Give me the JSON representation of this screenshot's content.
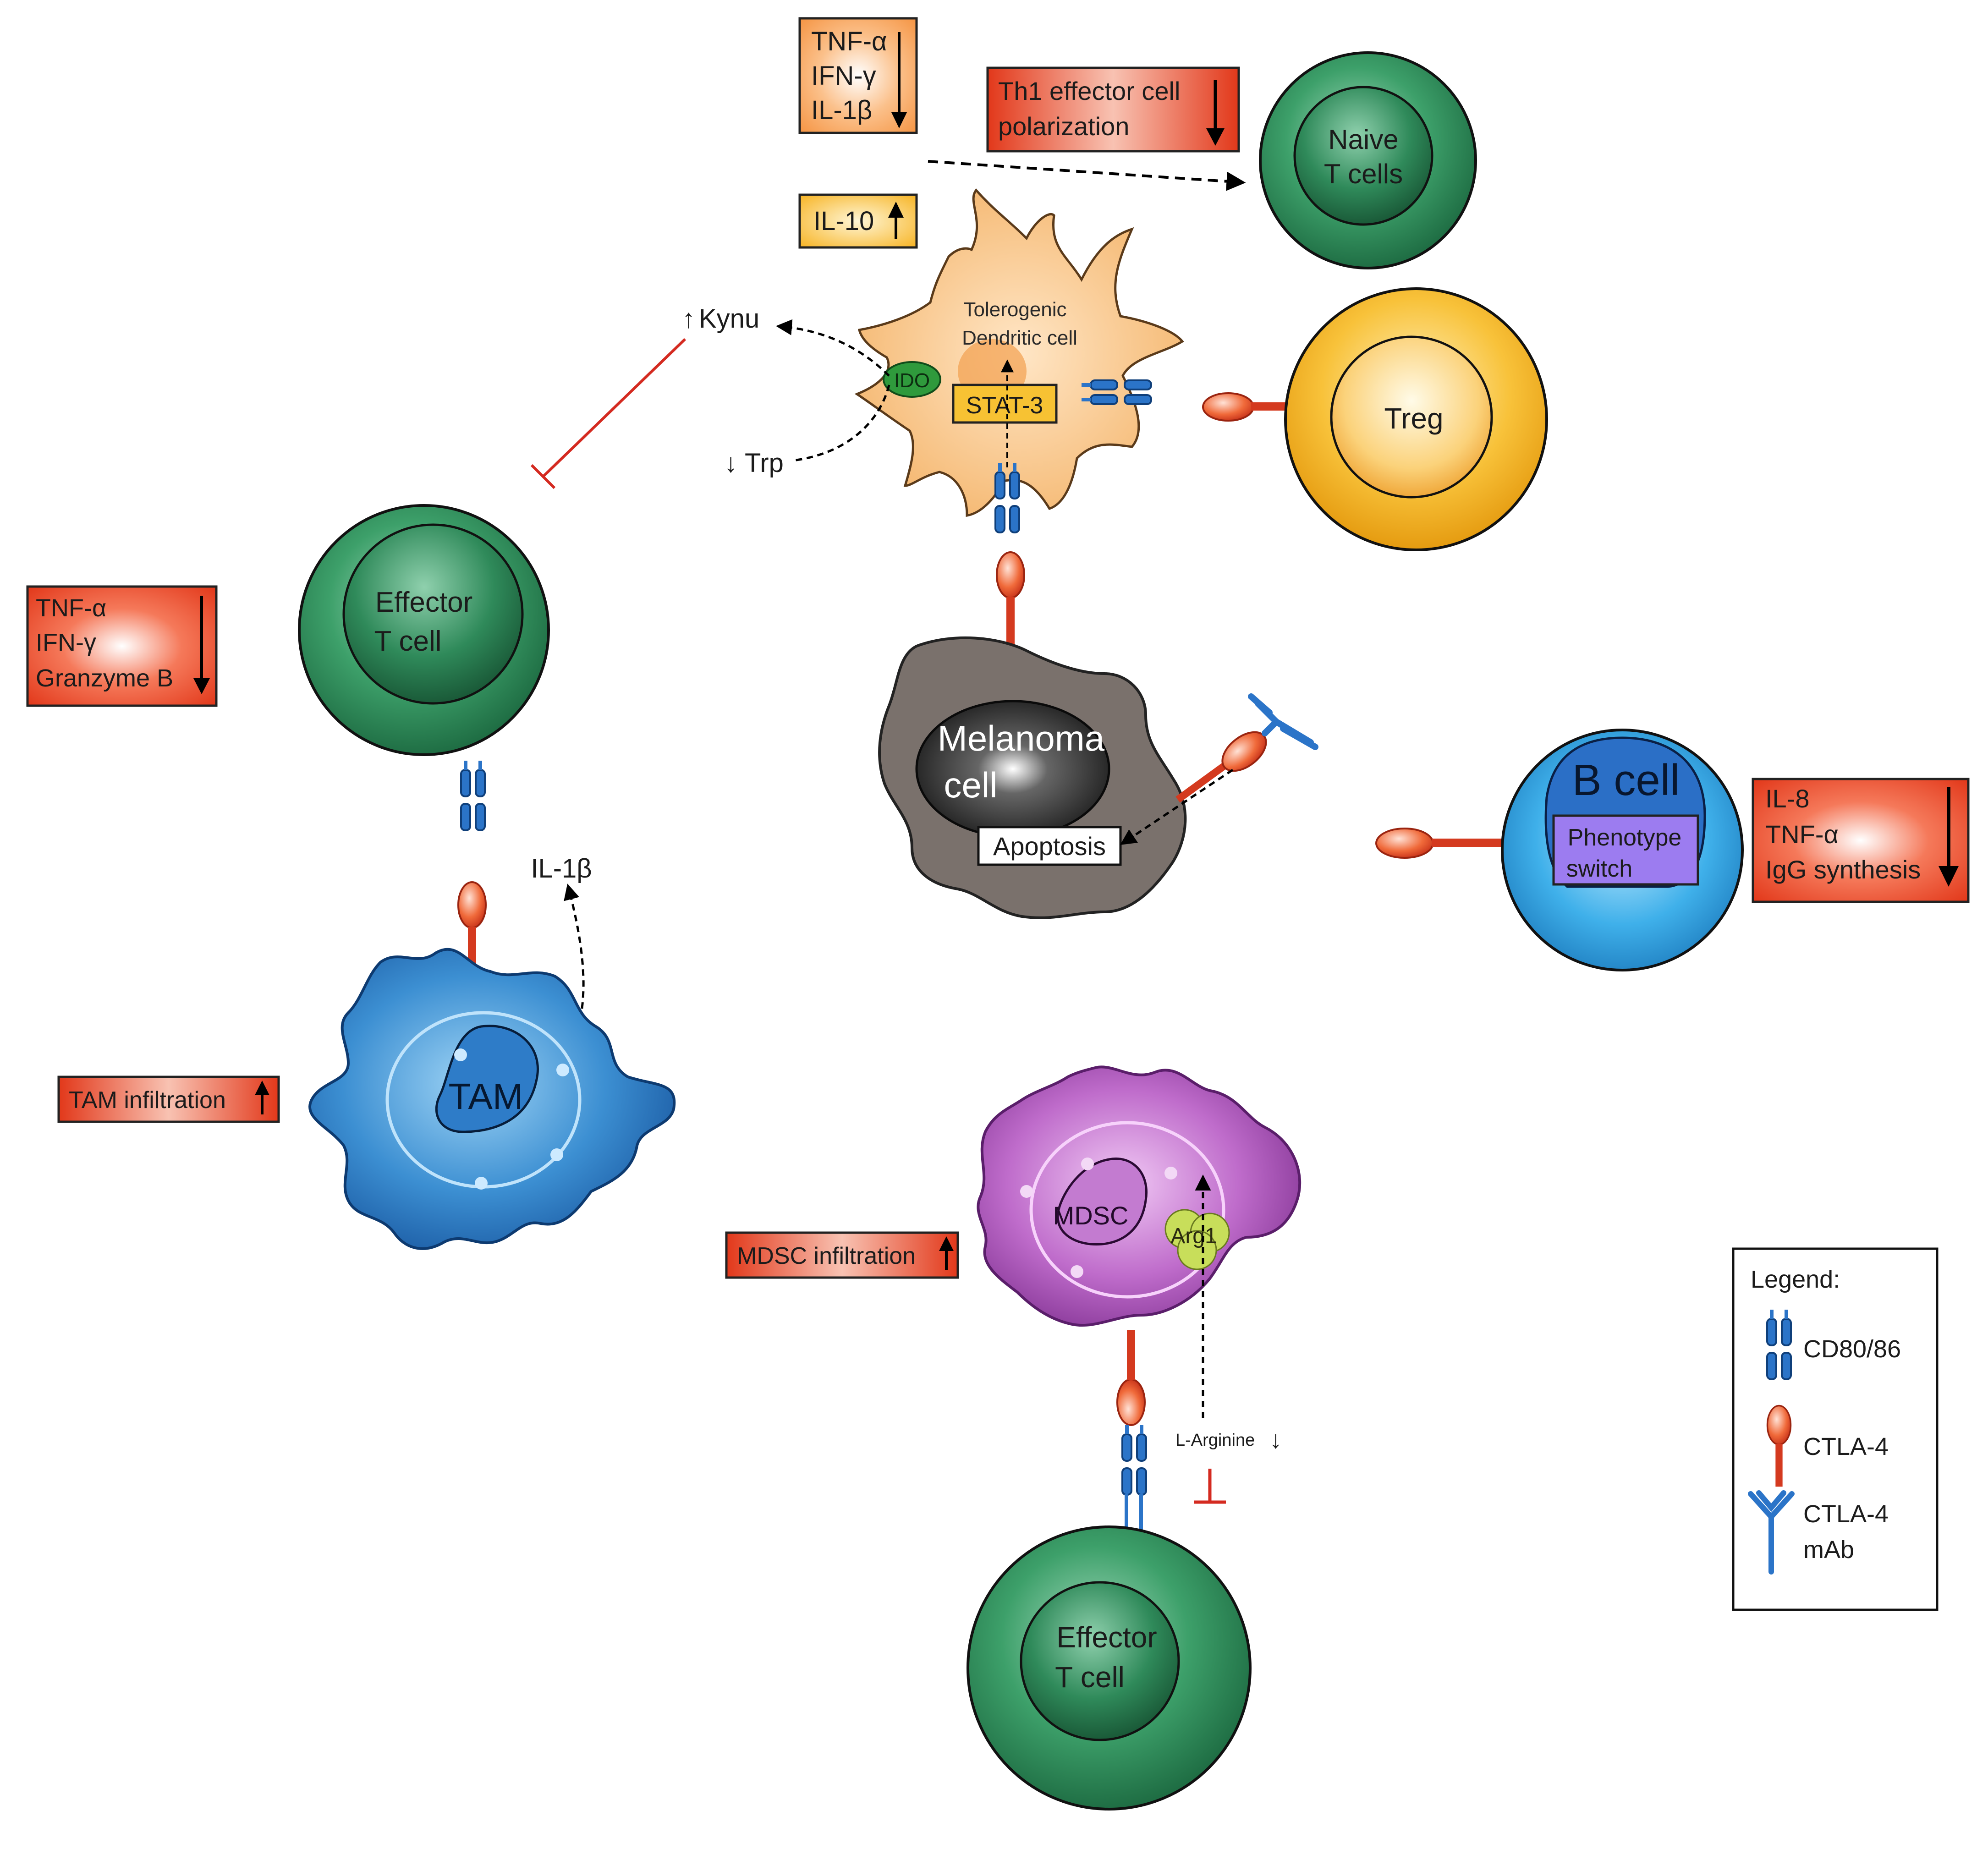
{
  "naive_cell": {
    "line1": "Naive",
    "line2": "T cells"
  },
  "treg_cell": {
    "label": "Treg"
  },
  "dendritic_cell": {
    "line1": "Tolerogenic",
    "line2": "Dendritic cell",
    "ido": "IDO",
    "stat3": "STAT-3"
  },
  "kynu": {
    "arrow": "↑",
    "label": "Kynu"
  },
  "trp": {
    "arrow": "↓",
    "label": "Trp"
  },
  "box_cytokines_top": {
    "lines": [
      "TNF-α",
      "IFN-γ",
      "IL-1β"
    ]
  },
  "box_th1": {
    "lines": [
      "Th1 effector cell",
      "polarization"
    ]
  },
  "box_il10": {
    "label": "IL-10"
  },
  "effector_top": {
    "line1": "Effector",
    "line2": "T cell"
  },
  "box_effector_left": {
    "lines": [
      "TNF-α",
      "IFN-γ",
      "Granzyme B"
    ]
  },
  "melanoma_cell": {
    "line1": "Melanoma",
    "line2": "cell",
    "apoptosis": "Apoptosis"
  },
  "b_cell": {
    "label": "B cell",
    "switch_line1": "Phenotype",
    "switch_line2": "switch"
  },
  "box_bcell": {
    "lines": [
      "IL-8",
      "TNF-α",
      "IgG synthesis"
    ]
  },
  "il1b_label": "IL-1β",
  "tam": {
    "label": "TAM"
  },
  "box_tam": {
    "label": "TAM infiltration"
  },
  "mdsc": {
    "label": "MDSC",
    "arg1": "Arg1"
  },
  "box_mdsc": {
    "label": "MDSC infiltration"
  },
  "larginine": {
    "label": "L-Arginine",
    "arrow": "↓"
  },
  "effector_bottom": {
    "line1": "Effector",
    "line2": "T cell"
  },
  "legend": {
    "title": "Legend:",
    "items": [
      "CD80/86",
      "CTLA-4",
      "CTLA-4",
      "mAb"
    ]
  },
  "colors": {
    "green_cell": "#2e8b57",
    "treg_yellow": "#f5b31b",
    "dendritic_orange": "#f7c17f",
    "bcell_blue": "#3aa7e0",
    "tam_blue": "#2a74bd",
    "mdsc_purple": "#b45fc0",
    "melanoma_gray": "#7a716c",
    "red_box": "#e8421f",
    "orange_box": "#f7a35a",
    "ctla4_red": "#d43a1f",
    "cd80_blue": "#2b74c8"
  }
}
